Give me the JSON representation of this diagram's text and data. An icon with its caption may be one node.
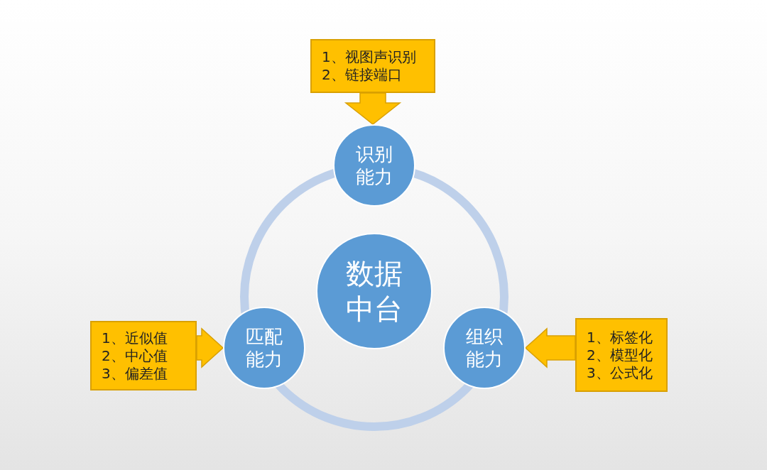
{
  "diagram": {
    "nodes": [
      {
        "text": [
          "数据中台"
        ]
      },
      {
        "text": [
          "识别能力"
        ]
      },
      {
        "text": [
          "匹配能力"
        ]
      },
      {
        "text": [
          "组织能力"
        ]
      },
      {
        "text": [
          "1、视图声识别",
          "2、链接端口"
        ]
      },
      {
        "text": [
          "1、近似值",
          "2、中心值",
          "3、偏差值"
        ]
      },
      {
        "text": [
          "1、标签化",
          "2、模型化",
          "3、公式化"
        ]
      }
    ],
    "edges": [
      {
        "from": 4,
        "to": 1,
        "arrow": "to"
      },
      {
        "from": 5,
        "to": 2,
        "arrow": "to"
      },
      {
        "from": 6,
        "to": 3,
        "arrow": "to"
      }
    ]
  }
}
